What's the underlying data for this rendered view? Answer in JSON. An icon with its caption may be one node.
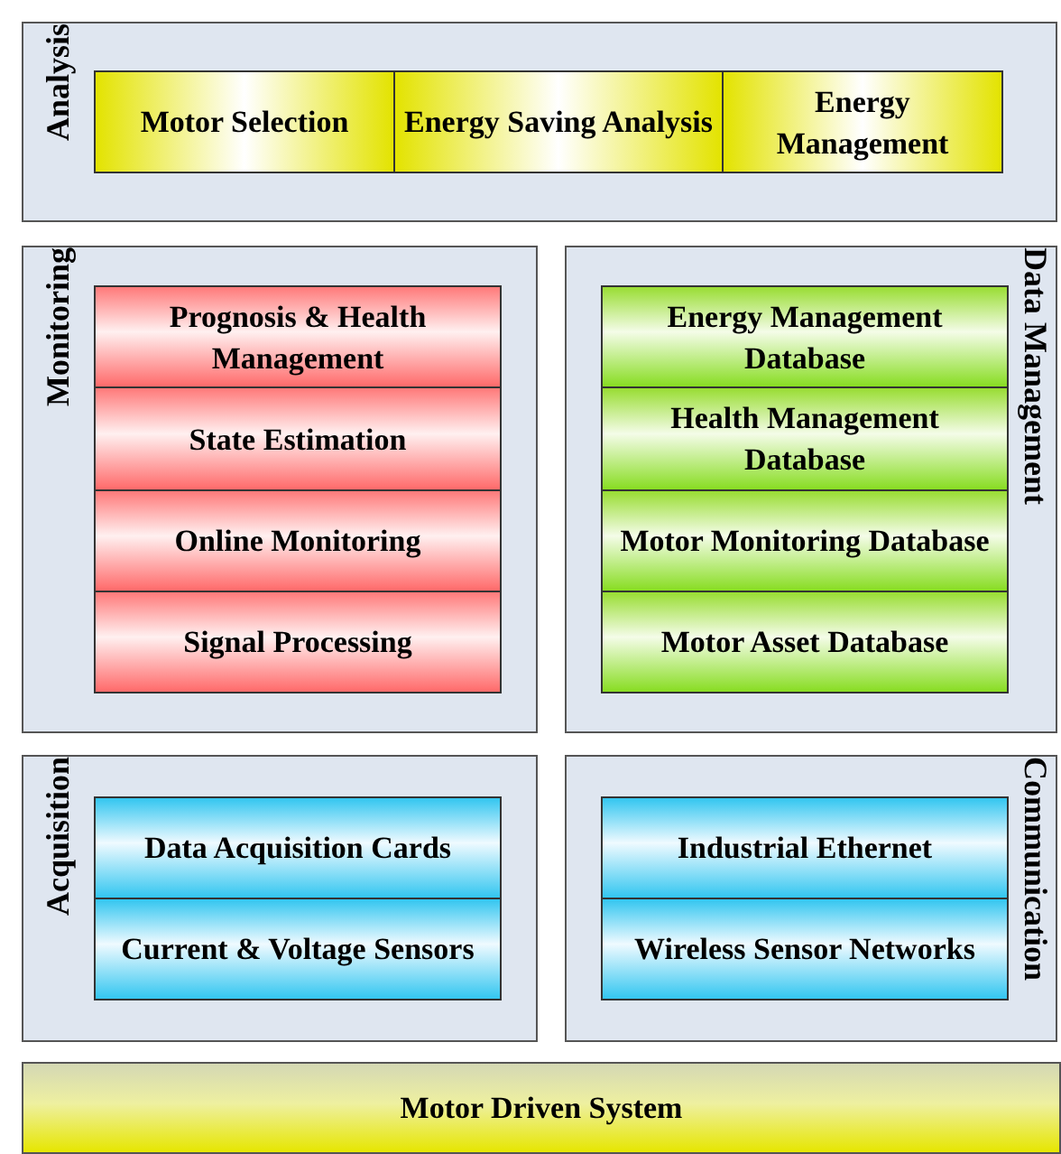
{
  "diagram": {
    "nodes": [
      {
        "text": [
          "Analysis"
        ]
      },
      {
        "text": [
          "Motor Selection"
        ],
        "in": 0
      },
      {
        "text": [
          "Energy Saving Analysis"
        ],
        "in": 0
      },
      {
        "text": [
          "Energy Management"
        ],
        "in": 0
      },
      {
        "text": [
          "Monitoring"
        ]
      },
      {
        "text": [
          "Prognosis & Health Management"
        ],
        "in": 4
      },
      {
        "text": [
          "State Estimation"
        ],
        "in": 4
      },
      {
        "text": [
          "Online Monitoring"
        ],
        "in": 4
      },
      {
        "text": [
          "Signal Processing"
        ],
        "in": 4
      },
      {
        "text": [
          "Data Management"
        ]
      },
      {
        "text": [
          "Energy Management Database"
        ],
        "in": 9
      },
      {
        "text": [
          "Health Management Database"
        ],
        "in": 9
      },
      {
        "text": [
          "Motor Monitoring Database"
        ],
        "in": 9
      },
      {
        "text": [
          "Motor Asset Database"
        ],
        "in": 9
      },
      {
        "text": [
          "Acquisition"
        ]
      },
      {
        "text": [
          "Data Acquisition Cards"
        ],
        "in": 14
      },
      {
        "text": [
          "Current & Voltage Sensors"
        ],
        "in": 14
      },
      {
        "text": [
          "Communication"
        ]
      },
      {
        "text": [
          "Industrial Ethernet"
        ],
        "in": 17
      },
      {
        "text": [
          "Wireless Sensor Networks"
        ],
        "in": 17
      },
      {
        "text": [
          "Motor Driven System"
        ]
      }
    ]
  }
}
